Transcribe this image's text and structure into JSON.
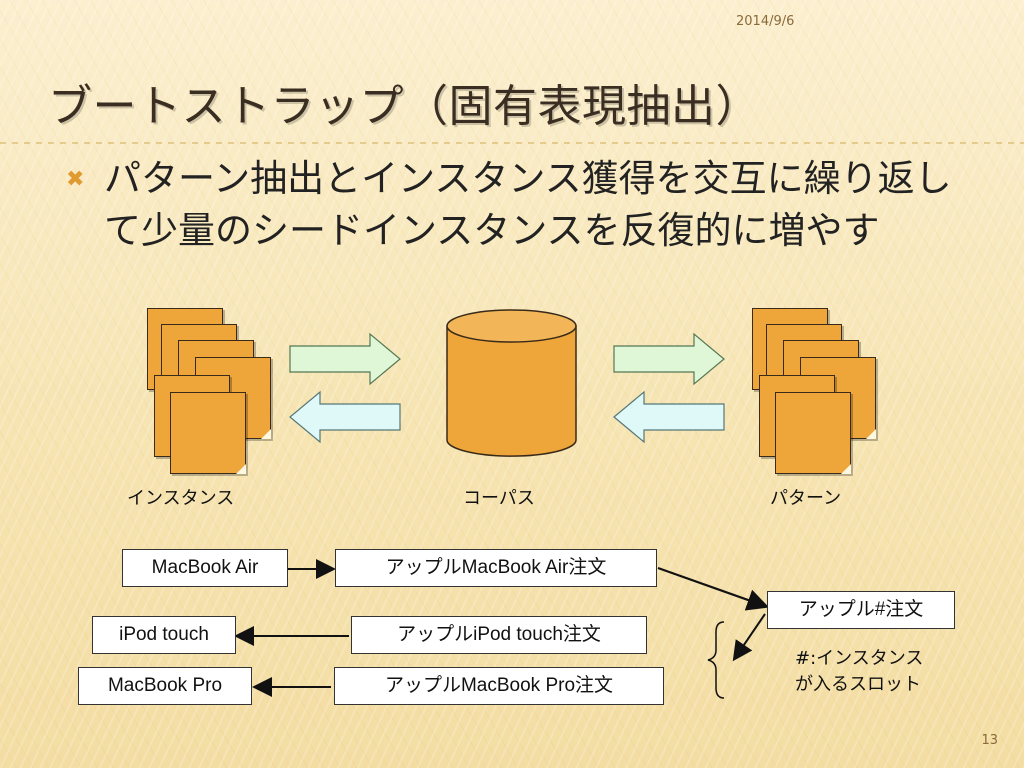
{
  "header": {
    "date": "2014/9/6"
  },
  "slide": {
    "title": "ブートストラップ（固有表現抽出）",
    "bullet": "パターン抽出とインスタンス獲得を交互に繰り返して少量のシードインスタンスを反復的に増やす",
    "page_number": "13"
  },
  "diagram": {
    "left_label": "インスタンス",
    "center_label": "コーパス",
    "right_label": "パターン",
    "boxes": {
      "macbook_air": "MacBook Air",
      "ipod_touch": "iPod touch",
      "macbook_pro": "MacBook Pro",
      "apple_macbook_air": "アップルMacBook Air注文",
      "apple_ipod_touch": "アップルiPod touch注文",
      "apple_macbook_pro": "アップルMacBook Pro注文",
      "pattern": "アップル#注文"
    },
    "slot_note_line1": "#:インスタンス",
    "slot_note_line2": "が入るスロット"
  },
  "colors": {
    "accent_orange": "#eea53a",
    "arrow_green": "#dff7d6",
    "arrow_cyan": "#dff8f8"
  }
}
